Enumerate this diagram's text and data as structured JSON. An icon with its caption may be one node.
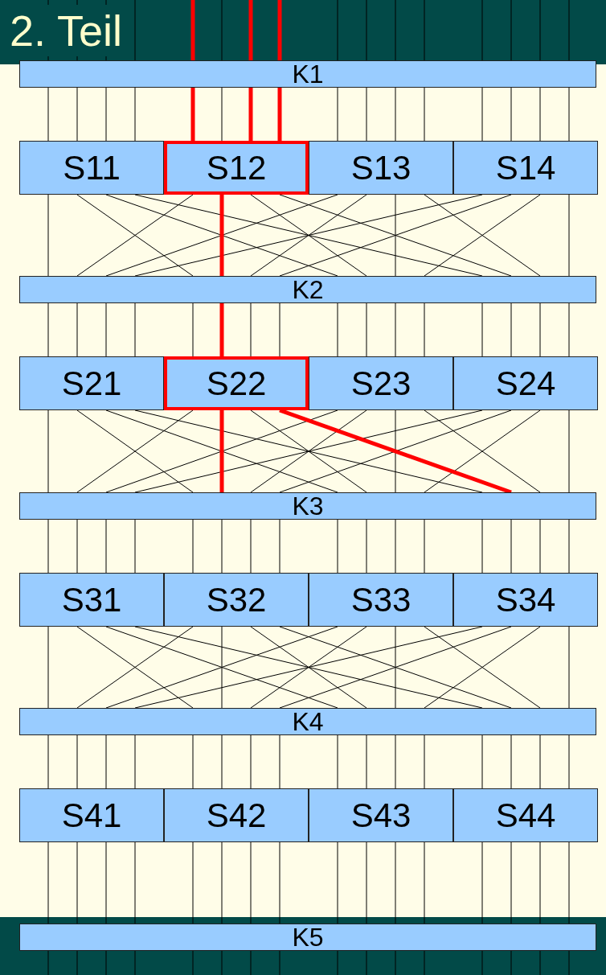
{
  "diagram": {
    "title": "2. Teil",
    "nodes": [
      {
        "text": [
          "K1"
        ]
      },
      {
        "text": [
          "S11"
        ]
      },
      {
        "text": [
          "S12"
        ]
      },
      {
        "text": [
          "S13"
        ]
      },
      {
        "text": [
          "S14"
        ]
      },
      {
        "text": [
          "K2"
        ]
      },
      {
        "text": [
          "S21"
        ]
      },
      {
        "text": [
          "S22"
        ]
      },
      {
        "text": [
          "S23"
        ]
      },
      {
        "text": [
          "S24"
        ]
      },
      {
        "text": [
          "K3"
        ]
      },
      {
        "text": [
          "S31"
        ]
      },
      {
        "text": [
          "S32"
        ]
      },
      {
        "text": [
          "S33"
        ]
      },
      {
        "text": [
          "S34"
        ]
      },
      {
        "text": [
          "K4"
        ]
      },
      {
        "text": [
          "S41"
        ]
      },
      {
        "text": [
          "S42"
        ]
      },
      {
        "text": [
          "S43"
        ]
      },
      {
        "text": [
          "S44"
        ]
      },
      {
        "text": [
          "K5"
        ]
      }
    ],
    "edges": [
      {
        "from": null,
        "to": 0,
        "arrow": "none"
      },
      {
        "from": null,
        "to": 0,
        "arrow": "none"
      },
      {
        "from": null,
        "to": 0,
        "arrow": "none"
      },
      {
        "from": null,
        "to": 0,
        "arrow": "none"
      },
      {
        "from": null,
        "to": 0,
        "arrow": "none",
        "style": "thick",
        "color": "#ff0000"
      },
      {
        "from": null,
        "to": 0,
        "arrow": "none"
      },
      {
        "from": null,
        "to": 0,
        "arrow": "none",
        "style": "thick",
        "color": "#ff0000"
      },
      {
        "from": null,
        "to": 0,
        "arrow": "none",
        "style": "thick",
        "color": "#ff0000"
      },
      {
        "from": null,
        "to": 0,
        "arrow": "none"
      },
      {
        "from": null,
        "to": 0,
        "arrow": "none"
      },
      {
        "from": null,
        "to": 0,
        "arrow": "none"
      },
      {
        "from": null,
        "to": 0,
        "arrow": "none"
      },
      {
        "from": null,
        "to": 0,
        "arrow": "none"
      },
      {
        "from": null,
        "to": 0,
        "arrow": "none"
      },
      {
        "from": null,
        "to": 0,
        "arrow": "none"
      },
      {
        "from": null,
        "to": 0,
        "arrow": "none"
      },
      {
        "from": 0,
        "to": 1,
        "arrow": "none"
      },
      {
        "from": 0,
        "to": 1,
        "arrow": "none"
      },
      {
        "from": 0,
        "to": 1,
        "arrow": "none"
      },
      {
        "from": 0,
        "to": 1,
        "arrow": "none"
      },
      {
        "from": 0,
        "to": 2,
        "arrow": "none",
        "style": "thick",
        "color": "#ff0000"
      },
      {
        "from": 0,
        "to": 2,
        "arrow": "none"
      },
      {
        "from": 0,
        "to": 2,
        "arrow": "none",
        "style": "thick",
        "color": "#ff0000"
      },
      {
        "from": 0,
        "to": 2,
        "arrow": "none",
        "style": "thick",
        "color": "#ff0000"
      },
      {
        "from": 0,
        "to": 3,
        "arrow": "none"
      },
      {
        "from": 0,
        "to": 3,
        "arrow": "none"
      },
      {
        "from": 0,
        "to": 3,
        "arrow": "none"
      },
      {
        "from": 0,
        "to": 3,
        "arrow": "none"
      },
      {
        "from": 0,
        "to": 4,
        "arrow": "none"
      },
      {
        "from": 0,
        "to": 4,
        "arrow": "none"
      },
      {
        "from": 0,
        "to": 4,
        "arrow": "none"
      },
      {
        "from": 0,
        "to": 4,
        "arrow": "none"
      },
      {
        "from": 1,
        "to": 5,
        "arrow": "none"
      },
      {
        "from": 2,
        "to": 5,
        "arrow": "none"
      },
      {
        "from": 3,
        "to": 5,
        "arrow": "none"
      },
      {
        "from": 4,
        "to": 5,
        "arrow": "none"
      },
      {
        "from": 1,
        "to": 5,
        "arrow": "none"
      },
      {
        "from": 2,
        "to": 5,
        "arrow": "none",
        "style": "thick",
        "color": "#ff0000"
      },
      {
        "from": 3,
        "to": 5,
        "arrow": "none"
      },
      {
        "from": 4,
        "to": 5,
        "arrow": "none"
      },
      {
        "from": 1,
        "to": 5,
        "arrow": "none"
      },
      {
        "from": 2,
        "to": 5,
        "arrow": "none"
      },
      {
        "from": 3,
        "to": 5,
        "arrow": "none"
      },
      {
        "from": 4,
        "to": 5,
        "arrow": "none"
      },
      {
        "from": 1,
        "to": 5,
        "arrow": "none"
      },
      {
        "from": 2,
        "to": 5,
        "arrow": "none"
      },
      {
        "from": 3,
        "to": 5,
        "arrow": "none"
      },
      {
        "from": 4,
        "to": 5,
        "arrow": "none"
      },
      {
        "from": 5,
        "to": 6,
        "arrow": "none"
      },
      {
        "from": 5,
        "to": 6,
        "arrow": "none"
      },
      {
        "from": 5,
        "to": 6,
        "arrow": "none"
      },
      {
        "from": 5,
        "to": 6,
        "arrow": "none"
      },
      {
        "from": 5,
        "to": 7,
        "arrow": "none"
      },
      {
        "from": 5,
        "to": 7,
        "arrow": "none",
        "style": "thick",
        "color": "#ff0000"
      },
      {
        "from": 5,
        "to": 7,
        "arrow": "none"
      },
      {
        "from": 5,
        "to": 7,
        "arrow": "none"
      },
      {
        "from": 5,
        "to": 8,
        "arrow": "none"
      },
      {
        "from": 5,
        "to": 8,
        "arrow": "none"
      },
      {
        "from": 5,
        "to": 8,
        "arrow": "none"
      },
      {
        "from": 5,
        "to": 8,
        "arrow": "none"
      },
      {
        "from": 5,
        "to": 9,
        "arrow": "none"
      },
      {
        "from": 5,
        "to": 9,
        "arrow": "none"
      },
      {
        "from": 5,
        "to": 9,
        "arrow": "none"
      },
      {
        "from": 5,
        "to": 9,
        "arrow": "none"
      },
      {
        "from": 6,
        "to": 10,
        "arrow": "none"
      },
      {
        "from": 7,
        "to": 10,
        "arrow": "none"
      },
      {
        "from": 8,
        "to": 10,
        "arrow": "none"
      },
      {
        "from": 9,
        "to": 10,
        "arrow": "none"
      },
      {
        "from": 6,
        "to": 10,
        "arrow": "none"
      },
      {
        "from": 7,
        "to": 10,
        "arrow": "none",
        "style": "thick",
        "color": "#ff0000"
      },
      {
        "from": 8,
        "to": 10,
        "arrow": "none"
      },
      {
        "from": 9,
        "to": 10,
        "arrow": "none"
      },
      {
        "from": 6,
        "to": 10,
        "arrow": "none"
      },
      {
        "from": 7,
        "to": 10,
        "arrow": "none"
      },
      {
        "from": 8,
        "to": 10,
        "arrow": "none"
      },
      {
        "from": 9,
        "to": 10,
        "arrow": "none"
      },
      {
        "from": 6,
        "to": 10,
        "arrow": "none"
      },
      {
        "from": 7,
        "to": 10,
        "arrow": "none",
        "style": "thick",
        "color": "#ff0000"
      },
      {
        "from": 8,
        "to": 10,
        "arrow": "none"
      },
      {
        "from": 9,
        "to": 10,
        "arrow": "none"
      },
      {
        "from": 10,
        "to": 11,
        "arrow": "none"
      },
      {
        "from": 10,
        "to": 11,
        "arrow": "none"
      },
      {
        "from": 10,
        "to": 11,
        "arrow": "none"
      },
      {
        "from": 10,
        "to": 11,
        "arrow": "none"
      },
      {
        "from": 10,
        "to": 12,
        "arrow": "none"
      },
      {
        "from": 10,
        "to": 12,
        "arrow": "none"
      },
      {
        "from": 10,
        "to": 12,
        "arrow": "none"
      },
      {
        "from": 10,
        "to": 12,
        "arrow": "none"
      },
      {
        "from": 10,
        "to": 13,
        "arrow": "none"
      },
      {
        "from": 10,
        "to": 13,
        "arrow": "none"
      },
      {
        "from": 10,
        "to": 13,
        "arrow": "none"
      },
      {
        "from": 10,
        "to": 13,
        "arrow": "none"
      },
      {
        "from": 10,
        "to": 14,
        "arrow": "none"
      },
      {
        "from": 10,
        "to": 14,
        "arrow": "none"
      },
      {
        "from": 10,
        "to": 14,
        "arrow": "none"
      },
      {
        "from": 10,
        "to": 14,
        "arrow": "none"
      },
      {
        "from": 11,
        "to": 15,
        "arrow": "none"
      },
      {
        "from": 12,
        "to": 15,
        "arrow": "none"
      },
      {
        "from": 13,
        "to": 15,
        "arrow": "none"
      },
      {
        "from": 14,
        "to": 15,
        "arrow": "none"
      },
      {
        "from": 11,
        "to": 15,
        "arrow": "none"
      },
      {
        "from": 12,
        "to": 15,
        "arrow": "none"
      },
      {
        "from": 13,
        "to": 15,
        "arrow": "none"
      },
      {
        "from": 14,
        "to": 15,
        "arrow": "none"
      },
      {
        "from": 11,
        "to": 15,
        "arrow": "none"
      },
      {
        "from": 12,
        "to": 15,
        "arrow": "none"
      },
      {
        "from": 13,
        "to": 15,
        "arrow": "none"
      },
      {
        "from": 14,
        "to": 15,
        "arrow": "none"
      },
      {
        "from": 11,
        "to": 15,
        "arrow": "none"
      },
      {
        "from": 12,
        "to": 15,
        "arrow": "none"
      },
      {
        "from": 13,
        "to": 15,
        "arrow": "none"
      },
      {
        "from": 14,
        "to": 15,
        "arrow": "none"
      },
      {
        "from": 15,
        "to": 16,
        "arrow": "none"
      },
      {
        "from": 15,
        "to": 16,
        "arrow": "none"
      },
      {
        "from": 15,
        "to": 16,
        "arrow": "none"
      },
      {
        "from": 15,
        "to": 16,
        "arrow": "none"
      },
      {
        "from": 15,
        "to": 17,
        "arrow": "none"
      },
      {
        "from": 15,
        "to": 17,
        "arrow": "none"
      },
      {
        "from": 15,
        "to": 17,
        "arrow": "none"
      },
      {
        "from": 15,
        "to": 17,
        "arrow": "none"
      },
      {
        "from": 15,
        "to": 18,
        "arrow": "none"
      },
      {
        "from": 15,
        "to": 18,
        "arrow": "none"
      },
      {
        "from": 15,
        "to": 18,
        "arrow": "none"
      },
      {
        "from": 15,
        "to": 18,
        "arrow": "none"
      },
      {
        "from": 15,
        "to": 19,
        "arrow": "none"
      },
      {
        "from": 15,
        "to": 19,
        "arrow": "none"
      },
      {
        "from": 15,
        "to": 19,
        "arrow": "none"
      },
      {
        "from": 15,
        "to": 19,
        "arrow": "none"
      },
      {
        "from": 16,
        "to": 20,
        "arrow": "none"
      },
      {
        "from": 16,
        "to": 20,
        "arrow": "none"
      },
      {
        "from": 16,
        "to": 20,
        "arrow": "none"
      },
      {
        "from": 16,
        "to": 20,
        "arrow": "none"
      },
      {
        "from": 17,
        "to": 20,
        "arrow": "none"
      },
      {
        "from": 17,
        "to": 20,
        "arrow": "none"
      },
      {
        "from": 17,
        "to": 20,
        "arrow": "none"
      },
      {
        "from": 17,
        "to": 20,
        "arrow": "none"
      },
      {
        "from": 18,
        "to": 20,
        "arrow": "none"
      },
      {
        "from": 18,
        "to": 20,
        "arrow": "none"
      },
      {
        "from": 18,
        "to": 20,
        "arrow": "none"
      },
      {
        "from": 18,
        "to": 20,
        "arrow": "none"
      },
      {
        "from": 19,
        "to": 20,
        "arrow": "none"
      },
      {
        "from": 19,
        "to": 20,
        "arrow": "none"
      },
      {
        "from": 19,
        "to": 20,
        "arrow": "none"
      },
      {
        "from": 19,
        "to": 20,
        "arrow": "none"
      },
      {
        "from": 20,
        "to": null,
        "arrow": "none"
      },
      {
        "from": 20,
        "to": null,
        "arrow": "none"
      },
      {
        "from": 20,
        "to": null,
        "arrow": "none"
      },
      {
        "from": 20,
        "to": null,
        "arrow": "none"
      },
      {
        "from": 20,
        "to": null,
        "arrow": "none"
      },
      {
        "from": 20,
        "to": null,
        "arrow": "none"
      },
      {
        "from": 20,
        "to": null,
        "arrow": "none"
      },
      {
        "from": 20,
        "to": null,
        "arrow": "none"
      },
      {
        "from": 20,
        "to": null,
        "arrow": "none"
      },
      {
        "from": 20,
        "to": null,
        "arrow": "none"
      },
      {
        "from": 20,
        "to": null,
        "arrow": "none"
      },
      {
        "from": 20,
        "to": null,
        "arrow": "none"
      },
      {
        "from": 20,
        "to": null,
        "arrow": "none"
      },
      {
        "from": 20,
        "to": null,
        "arrow": "none"
      },
      {
        "from": 20,
        "to": null,
        "arrow": "none"
      },
      {
        "from": 20,
        "to": null,
        "arrow": "none"
      }
    ]
  }
}
